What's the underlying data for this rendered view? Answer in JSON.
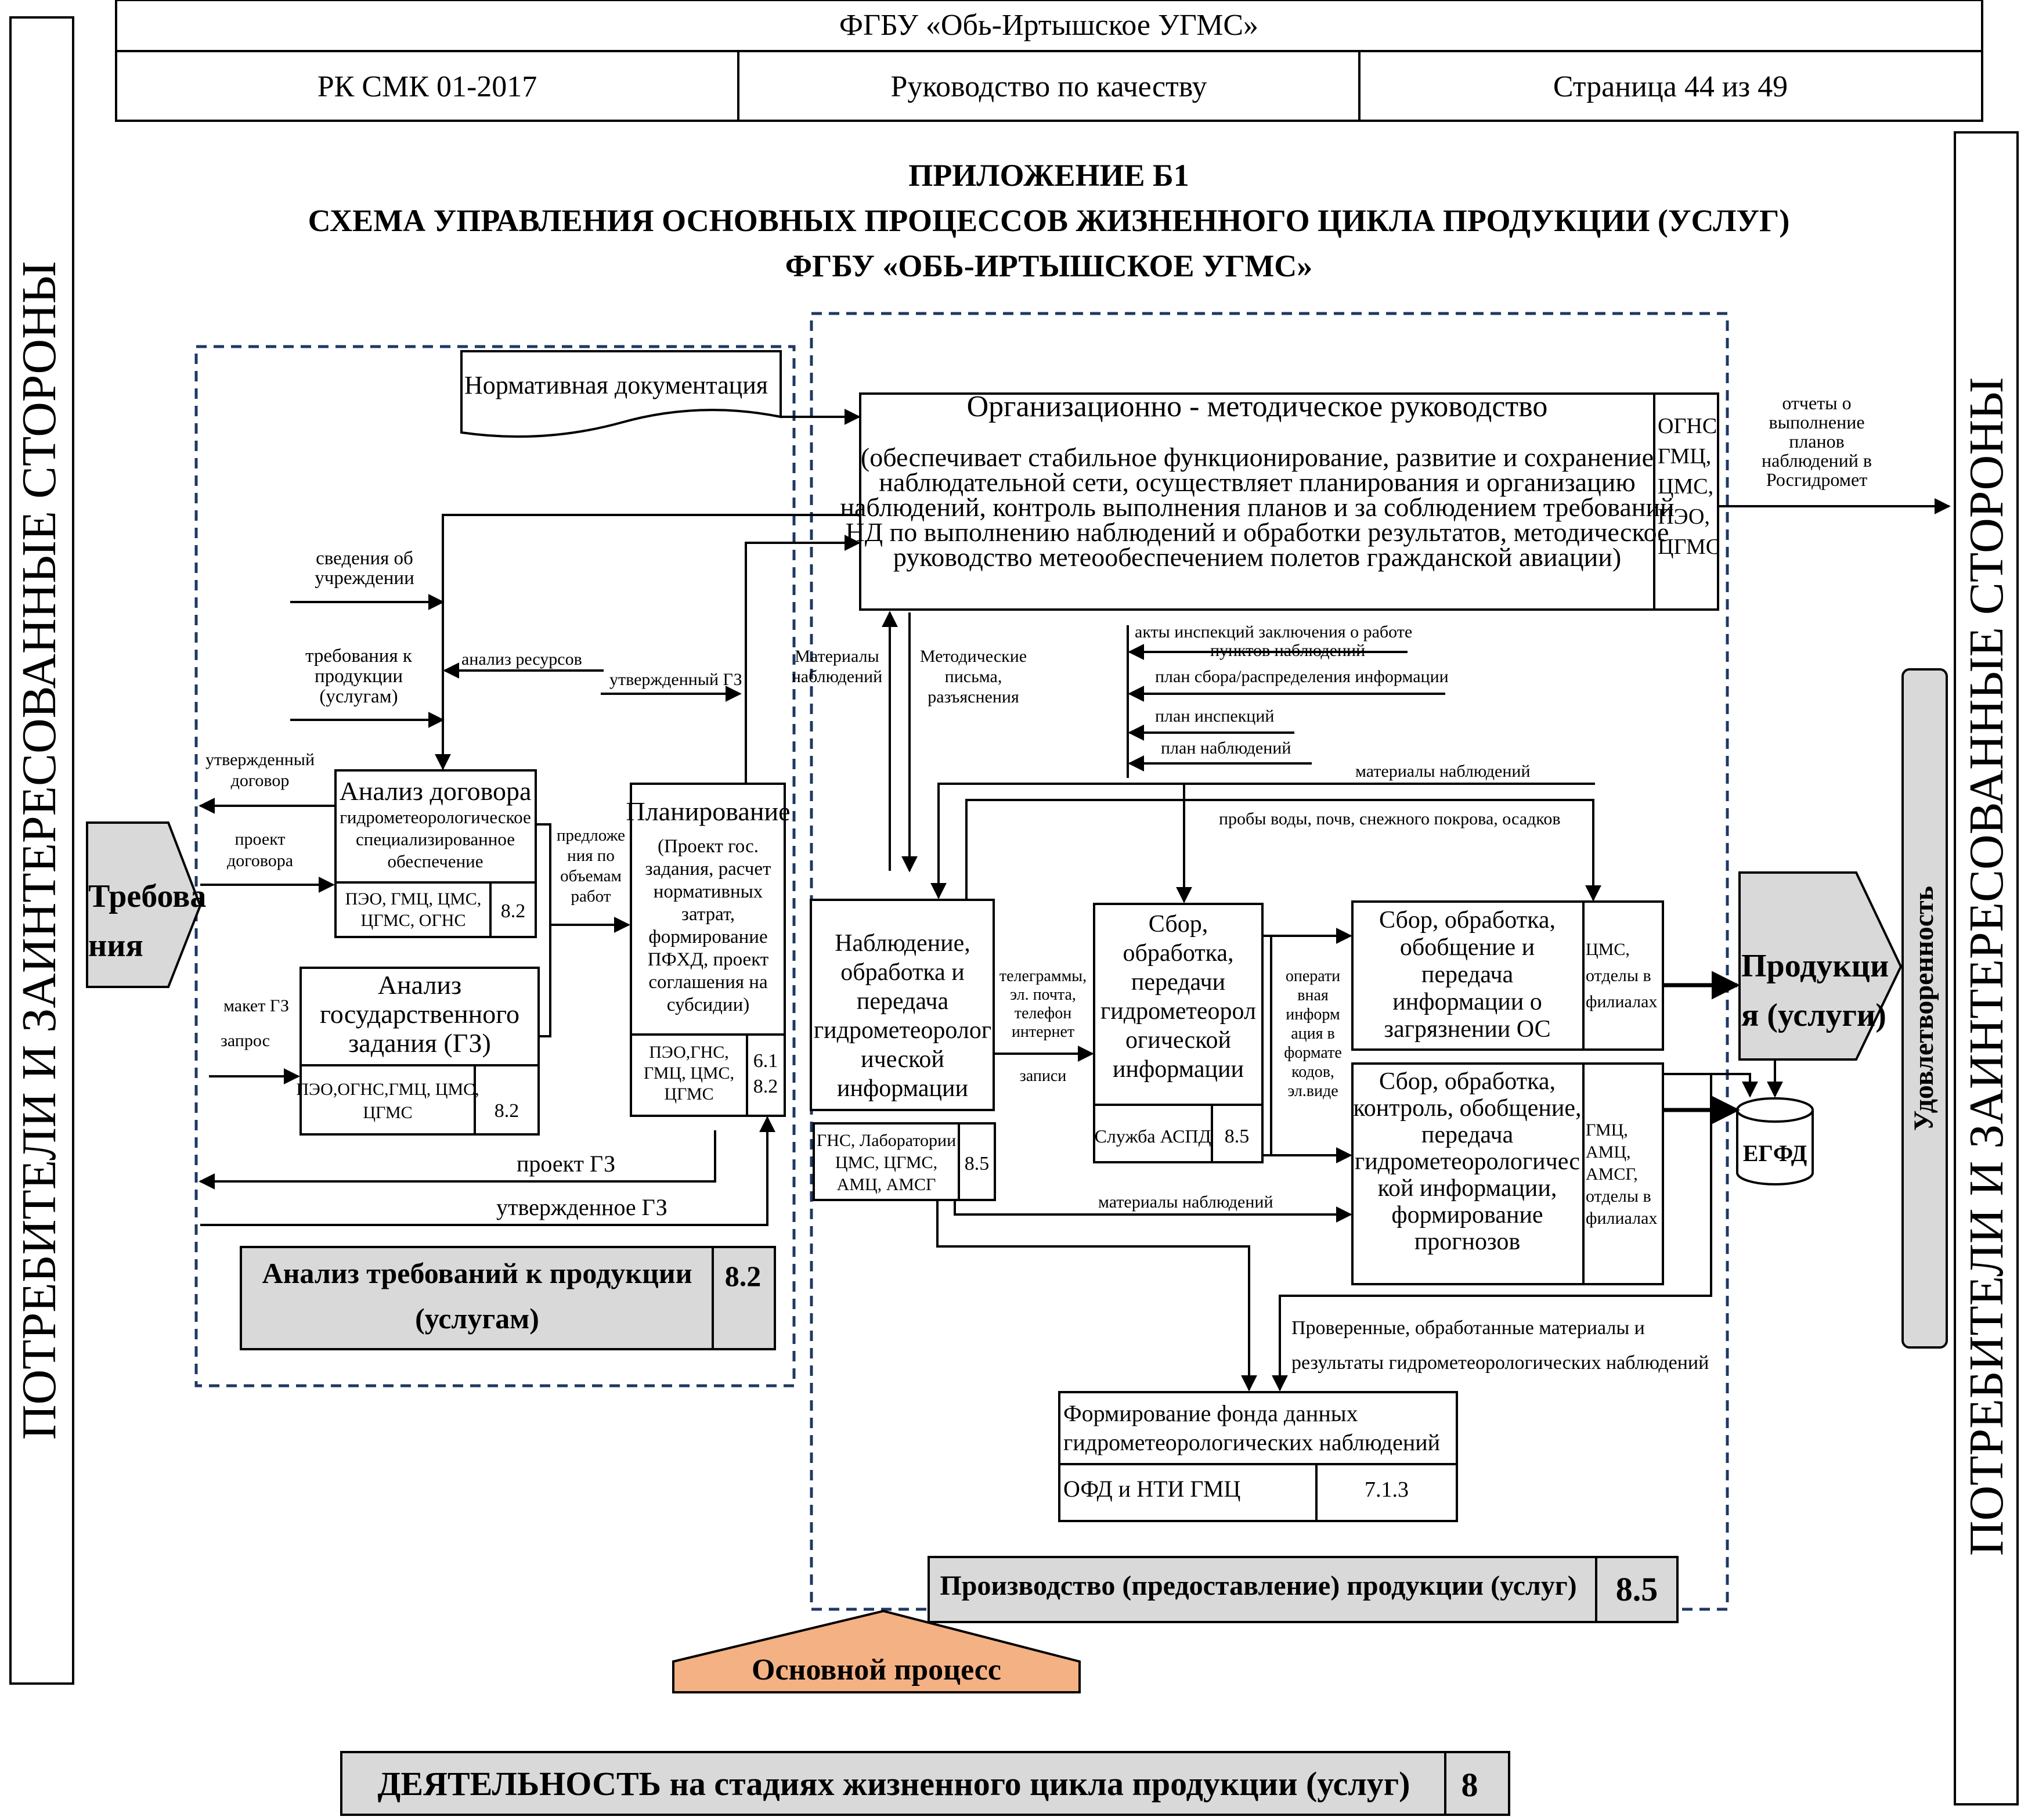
{
  "header": {
    "org": "ФГБУ «Обь-Иртышское УГМС»",
    "doc_code": "РК СМК 01-2017",
    "doc_title": "Руководство по качеству",
    "page": "Страница 44 из 49"
  },
  "title": {
    "line1": "ПРИЛОЖЕНИЕ Б1",
    "line2": "СХЕМА УПРАВЛЕНИЯ ОСНОВНЫХ ПРОЦЕССОВ ЖИЗНЕННОГО ЦИКЛА ПРОДУКЦИИ (УСЛУГ)",
    "line3": "ФГБУ «ОБЬ-ИРТЫШСКОЕ УГМС»"
  },
  "side": {
    "left": "ПОТРЕБИТЕЛИ И ЗАИНТЕРЕСОВАННЫЕ СТОРОНЫ",
    "right": "ПОТРЕБИТЕЛИ И ЗАИНТЕРЕСОВАННЫЕ СТОРОНЫ",
    "satisfaction": "Удовлетворенность"
  },
  "inputs": {
    "requirements": [
      "Требова",
      "ния"
    ],
    "products": [
      "Продукци",
      "я (услуги)"
    ]
  },
  "docs": {
    "normative": "Нормативная документация"
  },
  "org_method": {
    "title": "Организационно - методическое руководство",
    "desc": [
      "(обеспечивает стабильное функционирование, развитие и сохранение",
      "наблюдательной сети, осуществляет планирования и организацию",
      "наблюдений, контроль выполнения планов и за соблюдением требований",
      "НД по выполнению наблюдений и обработки результатов, методическое",
      "руководство метеообеспечением полетов гражданской авиации)"
    ],
    "owners": [
      "ОГНС",
      "ГМЦ,",
      "ЦМС,",
      "ПЭО,",
      "ЦГМС"
    ]
  },
  "reports": [
    "отчеты о",
    "выполнение",
    "планов",
    "наблюдений в",
    "Росгидромет"
  ],
  "contract": {
    "title": "Анализ договора",
    "desc": [
      "гидрометеорологическое",
      "специализированное",
      "обеспечение"
    ],
    "owners": [
      "ПЭО, ГМЦ, ЦМС,",
      "ЦГМС, ОГНС"
    ],
    "num": "8.2"
  },
  "gz": {
    "title": [
      "Анализ",
      "государственного",
      "задания (ГЗ)"
    ],
    "owners": [
      "ПЭО,ОГНС,ГМЦ, ЦМС,",
      "ЦГМС"
    ],
    "num": "8.2"
  },
  "plan": {
    "title": "Планирование",
    "desc": [
      "(Проект гос.",
      "задания, расчет",
      "нормативных",
      "затрат,",
      "формирование",
      "ПФХД, проект",
      "соглашения на",
      "субсидии)"
    ],
    "owners": [
      "ПЭО,ГНС,",
      "ГМЦ, ЦМС,",
      "ЦГМС"
    ],
    "num": [
      "6.1",
      "8.2"
    ]
  },
  "observe": {
    "title": [
      "Наблюдение,",
      "обработка и",
      "передача",
      "гидрометеоролог",
      "ической",
      "информации"
    ],
    "owners": [
      "ГНС, Лаборатории",
      "ЦМС, ЦГМС,",
      "АМЦ, АМСГ"
    ],
    "num": "8.5"
  },
  "collect": {
    "title": [
      "Сбор,",
      "обработка,",
      "передачи",
      "гидрометеорол",
      "огической",
      "информации"
    ],
    "owner": "Служба АСПД",
    "num": "8.5"
  },
  "pollution": {
    "title": [
      "Сбор, обработка,",
      "обобщение и",
      "передача",
      "информации о",
      "загрязнении ОС"
    ],
    "owners": [
      "ЦМС,",
      "отделы в",
      "филиалах"
    ]
  },
  "forecast": {
    "title": [
      "Сбор, обработка,",
      "контроль, обобщение,",
      "передача",
      "гидрометеорологичес",
      "кой информации,",
      "формирование",
      "прогнозов"
    ],
    "owners": [
      "ГМЦ,",
      "АМЦ,",
      "АМСГ,",
      "отделы в",
      "филиалах"
    ]
  },
  "fund": {
    "title": [
      "Формирование фонда данных",
      "гидрометеорологических наблюдений"
    ],
    "owner": "ОФД и НТИ ГМЦ",
    "num": "7.1.3"
  },
  "egfd": "ЕГФД",
  "labels": {
    "org_info": [
      "сведения об",
      "учреждении"
    ],
    "product_req": [
      "требования к",
      "продукции",
      "(услугам)"
    ],
    "resource": "анализ ресурсов",
    "approved_gz_top": "утвержденный ГЗ",
    "approved_contract": [
      "утвержденный",
      "договор"
    ],
    "draft_contract": [
      "проект",
      "договора"
    ],
    "proposals": [
      "предложе",
      "ния по",
      "объемам",
      "работ"
    ],
    "layout_gz": "макет ГЗ",
    "request": "запрос",
    "draft_gz": "проект ГЗ",
    "approved_gz": "утвержденное ГЗ",
    "obs_materials": [
      "Материалы",
      "наблюдений"
    ],
    "method_letters": [
      "Методические",
      "письма,",
      "разъяснения"
    ],
    "acts": [
      "акты инспекций заключения о работе",
      "пунктов наблюдений"
    ],
    "dist_plan": "план сбора/распределения информации",
    "insp_plan": "план инспекций",
    "obs_plan": "план наблюдений",
    "materials": "материалы наблюдений",
    "samples": "пробы воды, почв,  снежного покрова, осадков",
    "telegrams": [
      "телеграммы,",
      "эл. почта,",
      "телефон",
      "интернет"
    ],
    "records": "записи",
    "operative": [
      "операти",
      "вная",
      "информ",
      "ация в",
      "формате",
      "кодов,",
      "эл.виде"
    ],
    "materials2": "материалы наблюдений",
    "verified": [
      "Проверенные, обработанные материалы и",
      "результаты гидрометеорологических наблюдений"
    ]
  },
  "analysis": {
    "title": [
      "Анализ требований к продукции",
      "(услугам)"
    ],
    "num": "8.2"
  },
  "production": {
    "title": "Производство (предоставление) продукции (услуг)",
    "num": "8.5"
  },
  "main_process": "Основной процесс",
  "activity": {
    "title": "ДЕЯТЕЛЬНОСТЬ на стадиях жизненного цикла продукции (услуг)",
    "num": "8"
  }
}
